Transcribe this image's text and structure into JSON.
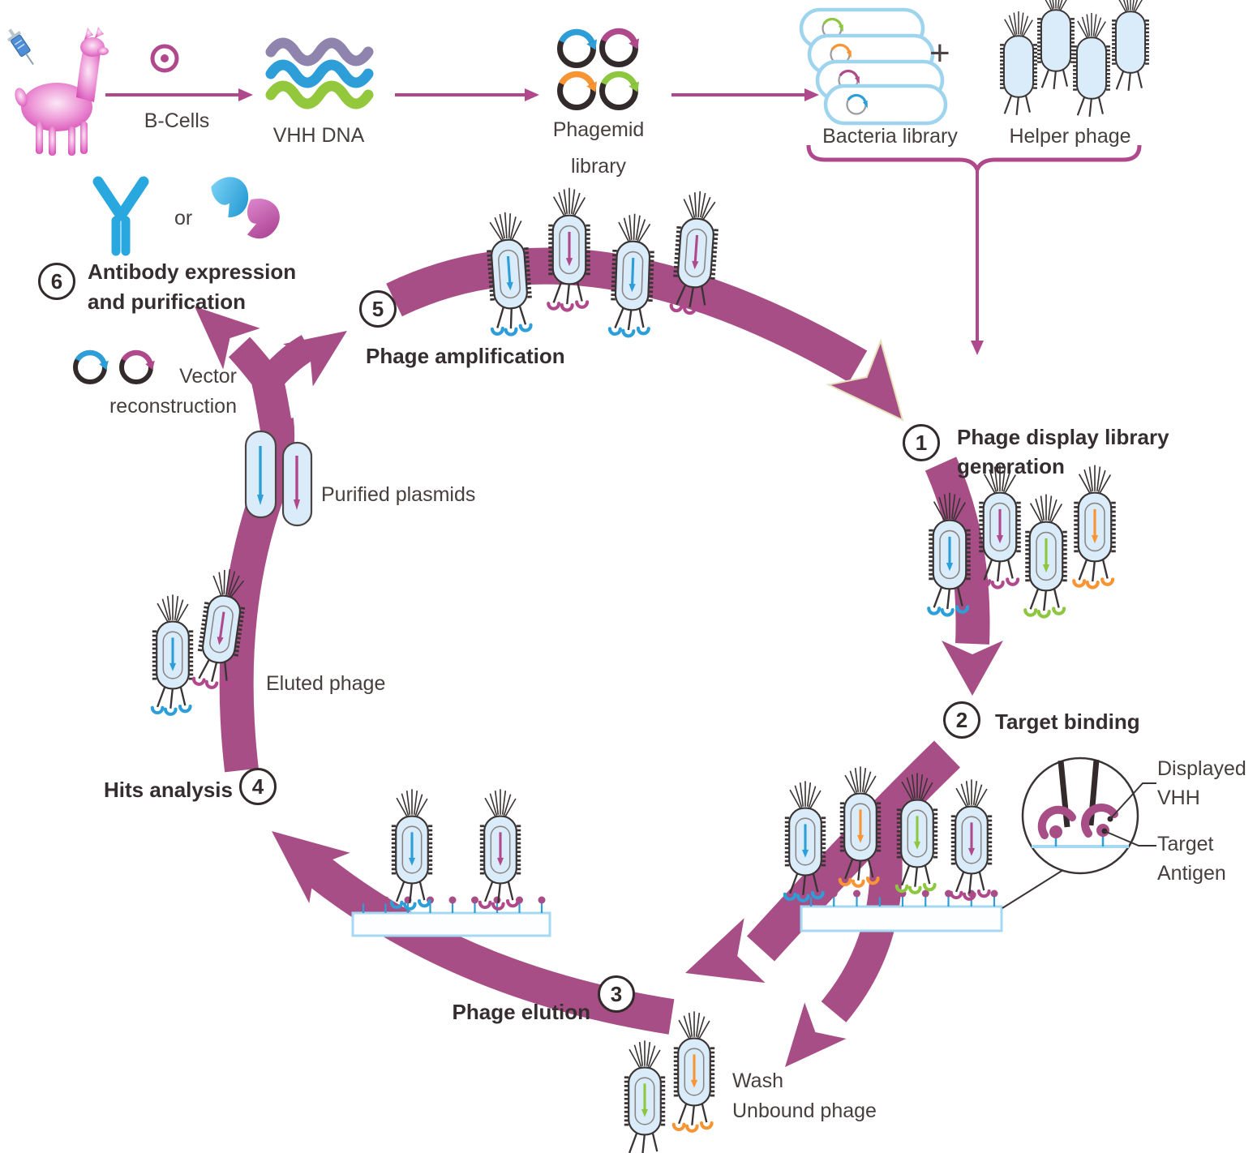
{
  "palette": {
    "accent_magenta": "#a84e86",
    "thin_arrow_magenta": "#b0498c",
    "text_dark": "#3a3132",
    "phage_body_blue": "#daecf9",
    "bacteria_outline_blue": "#9fd4ef",
    "plasmid_blue": "#2d9ed8",
    "plasmid_orange": "#f79433",
    "plasmid_green": "#8dc63f",
    "dna_purple": "#8e84ae",
    "antibody_blue": "#29a8e0"
  },
  "top_row": {
    "b_cells": "B-Cells",
    "vhh_dna": "VHH DNA",
    "phagemid_line1": "Phagemid",
    "phagemid_line2": "library",
    "bacteria_library": "Bacteria library",
    "plus": "+",
    "helper_phage": "Helper phage"
  },
  "steps": [
    {
      "number": "1",
      "line1": "Phage display library",
      "line2": "generation"
    },
    {
      "number": "2",
      "line1": "Target binding"
    },
    {
      "number": "3",
      "line1": "Phage elution"
    },
    {
      "number": "4",
      "line1": "Hits analysis"
    },
    {
      "number": "5",
      "line1": "Phage amplification"
    },
    {
      "number": "6",
      "line1": "Antibody expression",
      "line2": "and purification"
    }
  ],
  "annotations": {
    "or": "or",
    "vector_line1": "Vector",
    "vector_line2": "reconstruction",
    "purified_plasmids": "Purified plasmids",
    "eluted_phage": "Eluted phage",
    "wash_line1": "Wash",
    "wash_line2": "Unbound phage",
    "displayed_vhh_line1": "Displayed",
    "displayed_vhh_line2": "VHH",
    "target_antigen_line1": "Target",
    "target_antigen_line2": "Antigen"
  }
}
